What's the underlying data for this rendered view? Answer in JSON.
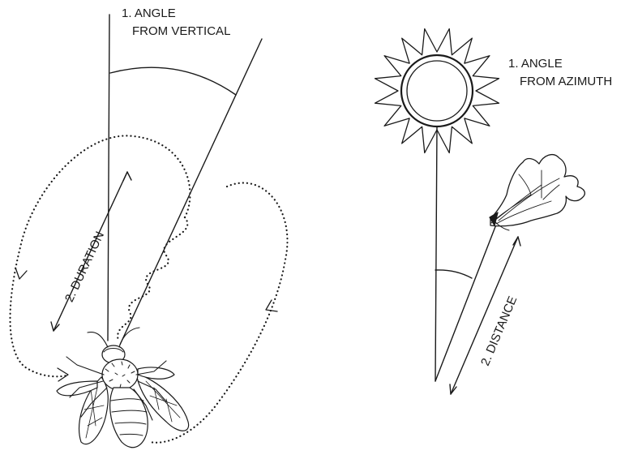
{
  "left_panel": {
    "angle_label_line1": "1. ANGLE",
    "angle_label_line2": "FROM VERTICAL",
    "duration_label": "2. DURATION"
  },
  "right_panel": {
    "angle_label_line1": "1. ANGLE",
    "angle_label_line2": "FROM AZIMUTH",
    "distance_label": "2. DISTANCE"
  },
  "colors": {
    "ink": "#1a1a1a",
    "background": "#ffffff"
  },
  "icons": [
    "bee-icon",
    "sun-icon",
    "flower-icon"
  ]
}
